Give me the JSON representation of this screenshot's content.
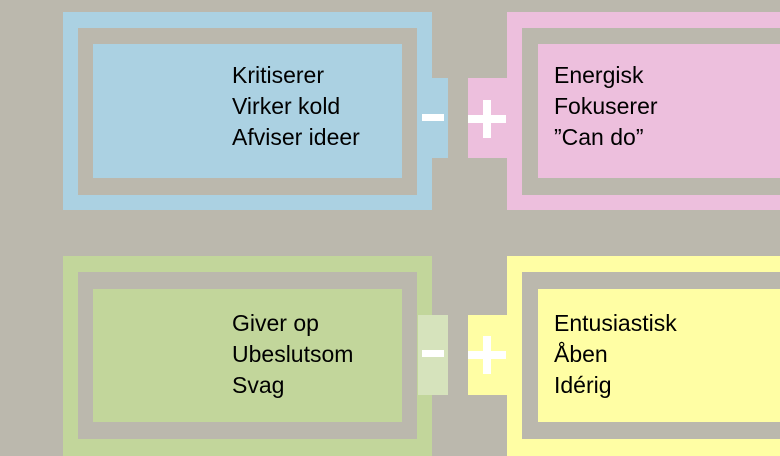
{
  "colors": {
    "background": "#bbb8ad",
    "blue": "#abd1e2",
    "pink": "#edbfdd",
    "green": "#c2d69b",
    "green_light": "#d6e3bc",
    "yellow": "#fffea4",
    "sign": "#ffffff"
  },
  "batteries": {
    "top_negative": {
      "lines": [
        "Kritiserer",
        "Virker kold",
        "Afviser ideer"
      ]
    },
    "top_positive": {
      "lines": [
        "Energisk",
        "Fokuserer",
        "”Can do”"
      ]
    },
    "bottom_negative": {
      "lines": [
        "Giver op",
        "Ubeslutsom",
        "Svag"
      ]
    },
    "bottom_positive": {
      "lines": [
        "Entusiastisk",
        "Åben",
        "Idérig"
      ]
    }
  }
}
